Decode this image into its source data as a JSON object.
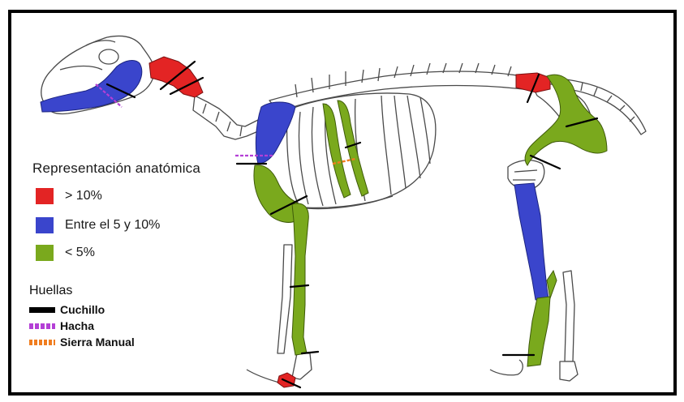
{
  "legend": {
    "title": "Representación anatómica",
    "items": [
      {
        "label": "> 10%",
        "color": "#e32424"
      },
      {
        "label": "Entre el 5 y 10%",
        "color": "#3a45cc"
      },
      {
        "label": "< 5%",
        "color": "#7aa91d"
      }
    ]
  },
  "marks": {
    "title": "Huellas",
    "items": [
      {
        "label": "Cuchillo",
        "color": "#000000",
        "style": "solid"
      },
      {
        "label": "Hacha",
        "color": "#b43fd6",
        "style": "dashed"
      },
      {
        "label": "Sierra Manual",
        "color": "#f07d1f",
        "style": "dashed"
      }
    ]
  },
  "colors": {
    "red": "#e32424",
    "blue": "#3a45cc",
    "green": "#7aa91d",
    "bone_outline": "#555555"
  }
}
